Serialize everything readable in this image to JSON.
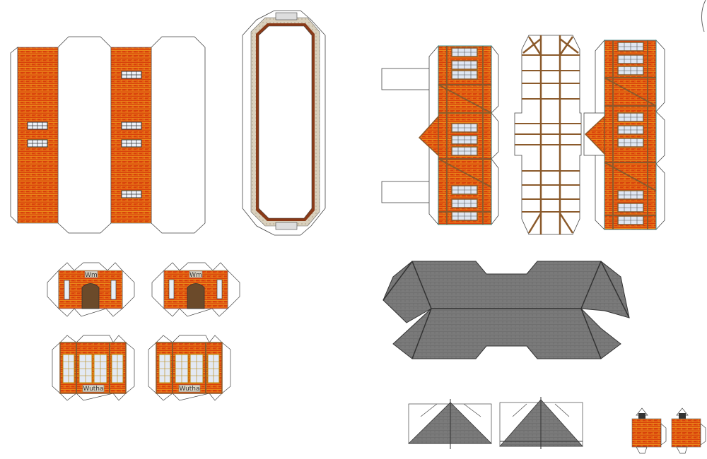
{
  "sheet": {
    "signs_station": [
      "Wm",
      "Wm"
    ],
    "signs_name": [
      "Wutha",
      "Wutha"
    ]
  },
  "colors": {
    "brick": "#d63a0a",
    "mortar": "#f3a21a",
    "timber": "#8b5a2b",
    "roof": "#7d7d7d",
    "glass": "#dfe6f2"
  }
}
